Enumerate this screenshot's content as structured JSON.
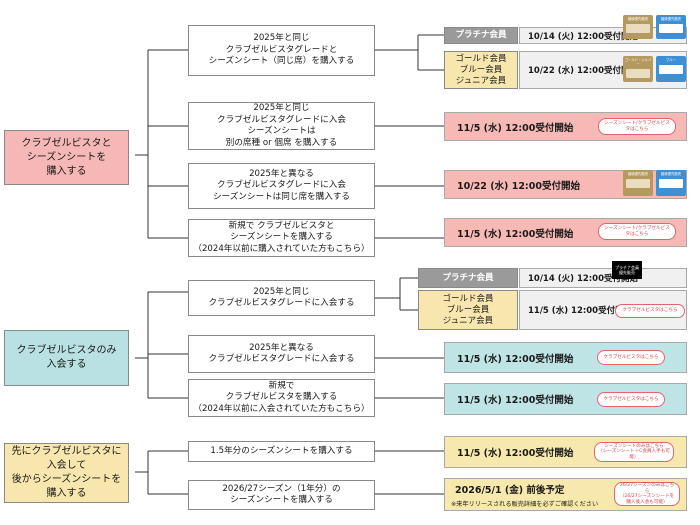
{
  "categories": [
    {
      "id": "c1",
      "text": "クラブゼルビスタと\nシーズンシートを\n購入する",
      "color": "#f6b8b6"
    },
    {
      "id": "c2",
      "text": "クラブゼルビスタのみ\n入会する",
      "color": "#b9e0e2"
    },
    {
      "id": "c3",
      "text": "先にクラブゼルビスタに\n入会して\n後からシーズンシートを\n購入する",
      "color": "#f7e7ae"
    }
  ],
  "conditions": [
    "2025年と同じ\nクラブゼルビスタグレードと\nシーズンシート（同じ席）を購入する",
    "2025年と同じ\nクラブゼルビスタグレードに入会\nシーズンシートは\n別の席種 or 個席 を購入する",
    "2025年と異なる\nクラブゼルビスタグレードに入会\nシーズンシートは同じ席を購入する",
    "新規で クラブゼルビスタと\nシーズンシートを購入する\n（2024年以前に購入されていた方もこちら）",
    "2025年と同じ\nクラブゼルビスタグレードに入会する",
    "2025年と異なる\nクラブゼルビスタグレードに入会する",
    "新規で\nクラブゼルビスタを購入する\n（2024年以前に入会されていた方もこちら）",
    "1.5年分のシーズンシートを購入する",
    "2026/27シーズン（1年分）の\nシーズンシートを購入する"
  ],
  "tiers": {
    "platinum": "プラチナ会員",
    "others": "ゴールド会員\nブルー会員\nジュニア会員"
  },
  "results": {
    "r1_platinum": "10/14 (火) 12:00受付開始",
    "r1_others": "10/22 (水) 12:00受付開始",
    "r2": "11/5 (水) 12:00受付開始",
    "r3": "10/22 (水) 12:00受付開始",
    "r4": "11/5 (水) 12:00受付開始",
    "r5_platinum": "10/14 (火) 12:00受付開始",
    "r5_others": "11/5 (水) 12:00受付開始",
    "r6": "11/5 (水) 12:00受付開始",
    "r7": "11/5 (水) 12:00受付開始",
    "r8": "11/5 (水) 12:00受付開始",
    "r9": "2026/5/1 (金) 前後予定",
    "r9_note": "※来年リリースされる販売詳細を必ずご確認ください"
  },
  "buttons": {
    "b2": "シーズンシート/クラブゼルビスタはこちら",
    "b4": "シーズンシート/クラブゼルビスタはこちら",
    "b5": "クラブゼルビスタはこちら",
    "b6": "クラブゼルビスタはこちら",
    "b7": "クラブゼルビスタはこちら",
    "b8": "シーズンシートのみはこちら\n（シーズンシート＋C会員入手も可能）",
    "b9": "26/27シーズンのみはこちら\n（26/27シーズンシートを\n購入後入会も可能）",
    "platinum_badge": "プラチナ会員\n優先販売"
  },
  "thumbs": {
    "gold_label": "継続優先販売",
    "blue_label": "継続優先販売",
    "gold_sub": "ゴールド・シルバー",
    "blue_sub": "ブルー"
  }
}
